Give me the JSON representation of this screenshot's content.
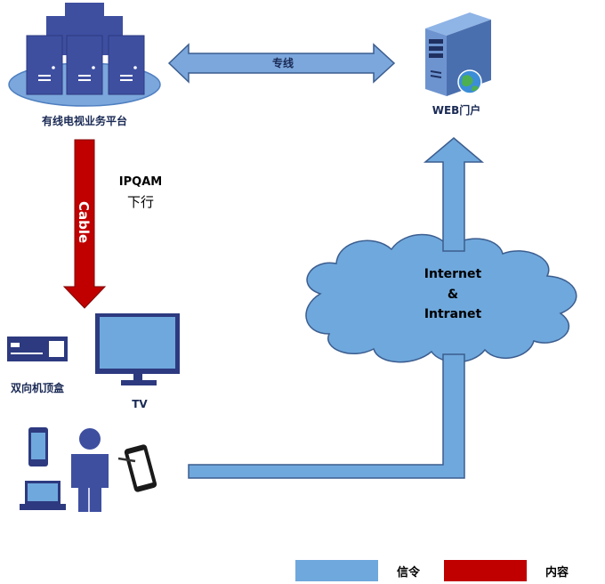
{
  "nodes": {
    "platform": {
      "label": "有线电视业务平台"
    },
    "web_portal": {
      "label": "WEB门户"
    },
    "stb": {
      "label": "双向机顶盒"
    },
    "tv": {
      "label": "TV"
    },
    "cloud": {
      "line1": "Internet",
      "line2": "&",
      "line3": "Intranet"
    }
  },
  "links": {
    "dedicated_line": {
      "label": "专线"
    },
    "cable": {
      "label": "Cable"
    },
    "ipqam": {
      "line1": "IPQAM",
      "line2": "下行"
    }
  },
  "legend": {
    "signal": {
      "label": "信令",
      "color": "#6fa8dc"
    },
    "content": {
      "label": "内容",
      "color": "#c00000"
    }
  },
  "colors": {
    "server_blue": "#3e4fa0",
    "server_dark": "#2d3a80",
    "platform_base": "#7ba7dc",
    "arrow_blue": "#6fa8dc",
    "arrow_red": "#c00000",
    "stroke": "#3b5d8f"
  }
}
